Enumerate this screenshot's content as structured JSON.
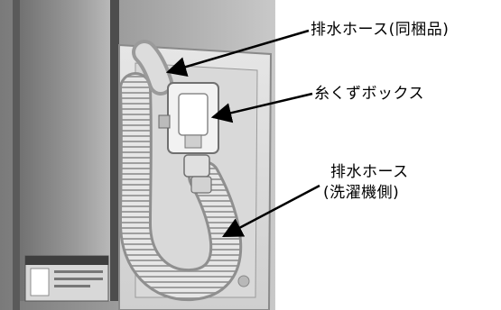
{
  "figure": {
    "callouts": {
      "drain_hose_included": "排水ホース(同梱品)",
      "lint_box": "糸くずボックス",
      "drain_hose_washer_line1": "排水ホース",
      "drain_hose_washer_line2": "(洗濯機側)"
    }
  }
}
